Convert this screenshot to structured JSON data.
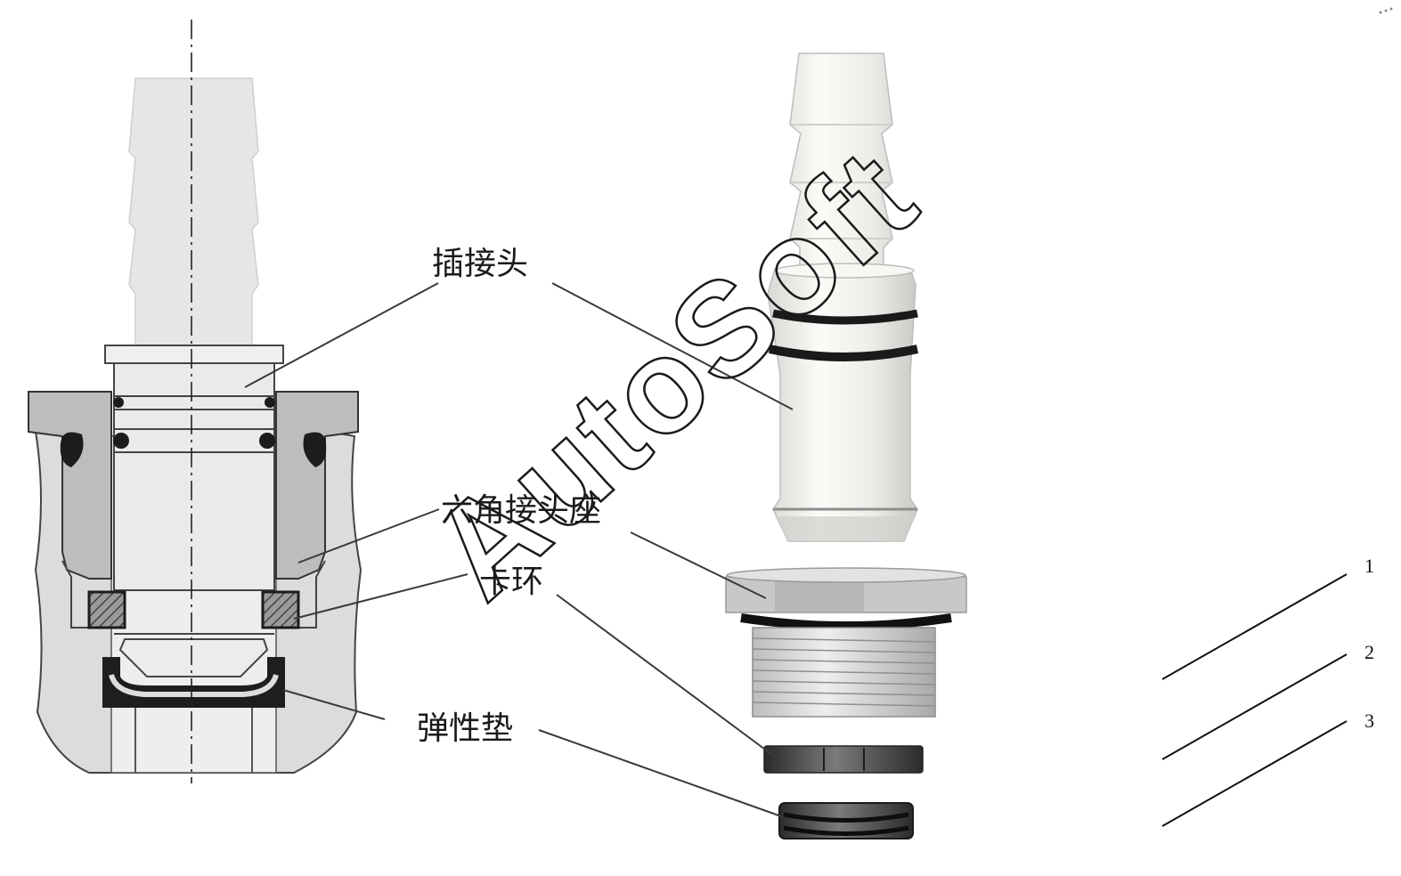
{
  "labels": {
    "plug_connector": "插接头",
    "hex_seat": "六角接头座",
    "snap_ring": "卡环",
    "elastic_pad": "弹性垫"
  },
  "numbers": [
    "1",
    "2",
    "3"
  ],
  "watermark": "AutoSoft",
  "colors": {
    "body_gray": "#dcdcdc",
    "part_white": "#f2f2f0",
    "hex_gray": "#bdbdbd",
    "seal_dark": "#2a2a2a",
    "line": "#3a3a3a"
  }
}
